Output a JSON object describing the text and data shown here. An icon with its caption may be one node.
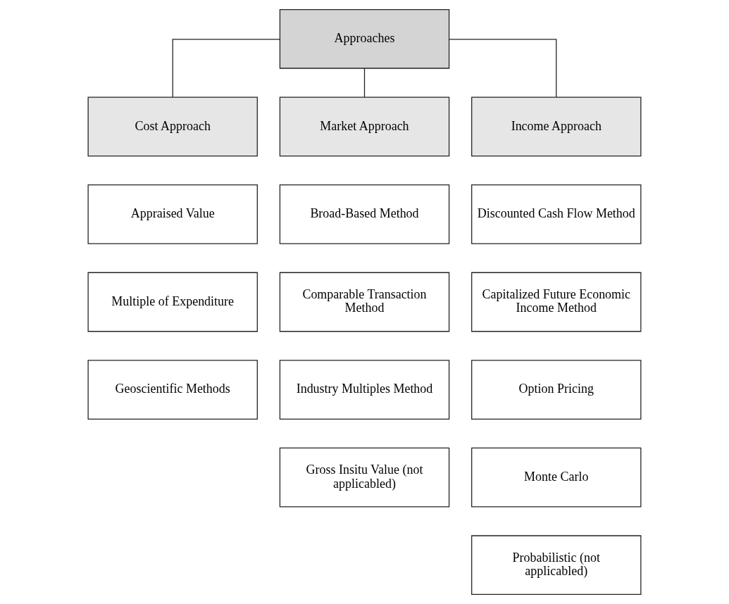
{
  "diagram": {
    "nodes": [
      {
        "text": [
          "Approaches"
        ]
      },
      {
        "text": [
          "Cost Approach"
        ]
      },
      {
        "text": [
          "Market Approach"
        ]
      },
      {
        "text": [
          "Income Approach"
        ]
      },
      {
        "text": [
          "Appraised Value"
        ]
      },
      {
        "text": [
          "Broad-Based Method"
        ]
      },
      {
        "text": [
          "Discounted Cash Flow Method"
        ]
      },
      {
        "text": [
          "Multiple of Expenditure"
        ]
      },
      {
        "text": [
          "Comparable Transaction Method"
        ]
      },
      {
        "text": [
          "Capitalized Future Economic Income Method"
        ]
      },
      {
        "text": [
          "Geoscientific Methods"
        ]
      },
      {
        "text": [
          "Industry Multiples Method"
        ]
      },
      {
        "text": [
          "Option Pricing"
        ]
      },
      {
        "text": [
          "Gross Insitu Value (not applicabled)"
        ]
      },
      {
        "text": [
          "Monte Carlo"
        ]
      },
      {
        "text": [
          "Probabilistic (not applicabled)"
        ]
      }
    ],
    "edges": [
      {
        "from": 0,
        "to": 1,
        "arrow": "none"
      },
      {
        "from": 0,
        "to": 2,
        "arrow": "none"
      },
      {
        "from": 0,
        "to": 3,
        "arrow": "none"
      }
    ]
  }
}
